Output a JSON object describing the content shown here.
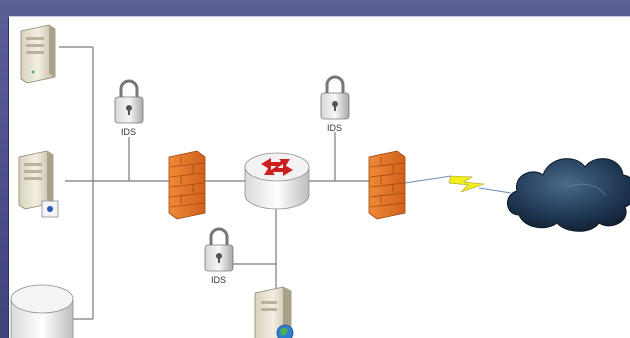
{
  "diagram": {
    "ids_label": "IDS",
    "nodes": [
      {
        "id": "server-top",
        "icon": "server-icon"
      },
      {
        "id": "server-mid",
        "icon": "server-icon"
      },
      {
        "id": "database",
        "icon": "database-icon"
      },
      {
        "id": "ids-left",
        "icon": "padlock-icon"
      },
      {
        "id": "ids-right",
        "icon": "padlock-icon"
      },
      {
        "id": "ids-bottom",
        "icon": "padlock-icon"
      },
      {
        "id": "firewall-left",
        "icon": "firewall-icon"
      },
      {
        "id": "firewall-right",
        "icon": "firewall-icon"
      },
      {
        "id": "router",
        "icon": "router-icon"
      },
      {
        "id": "web-server",
        "icon": "web-server-icon"
      },
      {
        "id": "internet-cloud",
        "icon": "cloud-icon"
      }
    ],
    "colors": {
      "line": "#7a7a7a",
      "firewall": "#e8782a",
      "cloud": "#1f3550",
      "lightning": "#f2ee1e",
      "router_arrows": "#cc1f1f"
    }
  }
}
